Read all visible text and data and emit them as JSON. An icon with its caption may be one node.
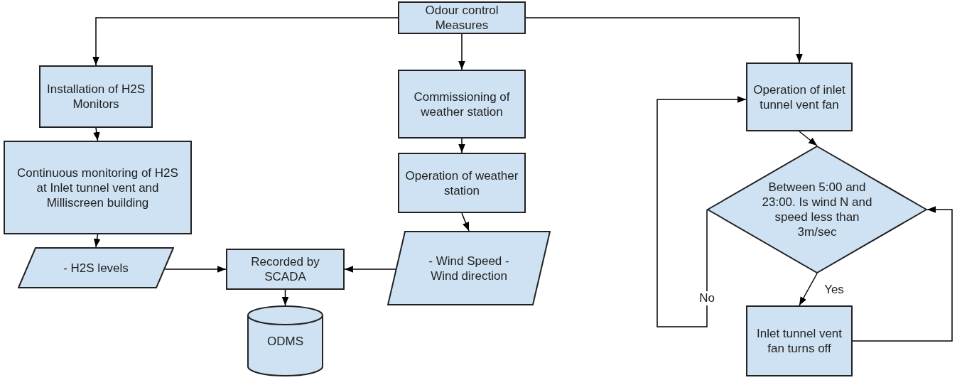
{
  "diagram": {
    "nodes": [
      {
        "text": [
          "Odour control Measures"
        ]
      },
      {
        "text": [
          "Installation of H2S Monitors"
        ]
      },
      {
        "text": [
          "Continuous monitoring of H2S at Inlet tunnel vent and Milliscreen building"
        ]
      },
      {
        "text": [
          "- H2S levels"
        ]
      },
      {
        "text": [
          "Recorded by SCADA"
        ]
      },
      {
        "text": [
          "ODMS"
        ]
      },
      {
        "text": [
          "Commissioning of weather station"
        ]
      },
      {
        "text": [
          "Operation of weather station"
        ]
      },
      {
        "text": [
          "- Wind Speed - Wind direction"
        ]
      },
      {
        "text": [
          "Operation of inlet tunnel vent fan"
        ]
      },
      {
        "text": [
          "Between 5:00 and 23:00. Is wind N and speed less than 3m/sec"
        ]
      },
      {
        "text": [
          "Inlet tunnel vent fan turns off"
        ]
      }
    ],
    "edges": [
      {
        "from": 0,
        "to": 1,
        "arrow": "to"
      },
      {
        "from": 0,
        "to": 6,
        "arrow": "to"
      },
      {
        "from": 0,
        "to": 9,
        "arrow": "to"
      },
      {
        "from": 1,
        "to": 2,
        "arrow": "to"
      },
      {
        "from": 2,
        "to": 3,
        "arrow": "to"
      },
      {
        "from": 3,
        "to": 4,
        "arrow": "to"
      },
      {
        "from": 8,
        "to": 4,
        "arrow": "to"
      },
      {
        "from": 4,
        "to": 5,
        "arrow": "to"
      },
      {
        "from": 6,
        "to": 7,
        "arrow": "to"
      },
      {
        "from": 7,
        "to": 8,
        "arrow": "to"
      },
      {
        "from": 9,
        "to": 10,
        "arrow": "to"
      },
      {
        "from": 10,
        "to": 9,
        "arrow": "to",
        "label": "No"
      },
      {
        "from": 10,
        "to": 11,
        "arrow": "to",
        "label": "Yes"
      },
      {
        "from": 11,
        "to": 10,
        "arrow": "to"
      }
    ]
  }
}
